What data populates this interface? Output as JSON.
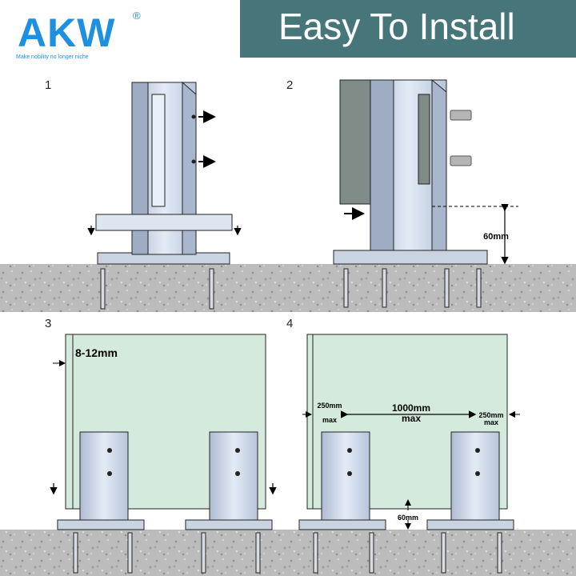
{
  "brand": {
    "logo_text": "AKW",
    "registered_mark": "®",
    "tagline": "Make nobility no longer niche"
  },
  "banner": {
    "title": "Easy To Install",
    "background": "#46767a"
  },
  "steps": [
    {
      "number": "1"
    },
    {
      "number": "2",
      "dimension": "60mm"
    },
    {
      "number": "3",
      "gap_label": "8-12mm"
    },
    {
      "number": "4",
      "edge_left": {
        "line1": "250mm",
        "line2": "max"
      },
      "center": {
        "line1": "1000mm",
        "line2": "max"
      },
      "edge_right": {
        "line1": "250mm",
        "line2": "max"
      },
      "height": "60mm"
    }
  ],
  "colors": {
    "logo_blue": "#1f8fe0",
    "glass": "#d4eadc",
    "concrete": "#bdbcbc",
    "metal": "#c9d6ea"
  }
}
